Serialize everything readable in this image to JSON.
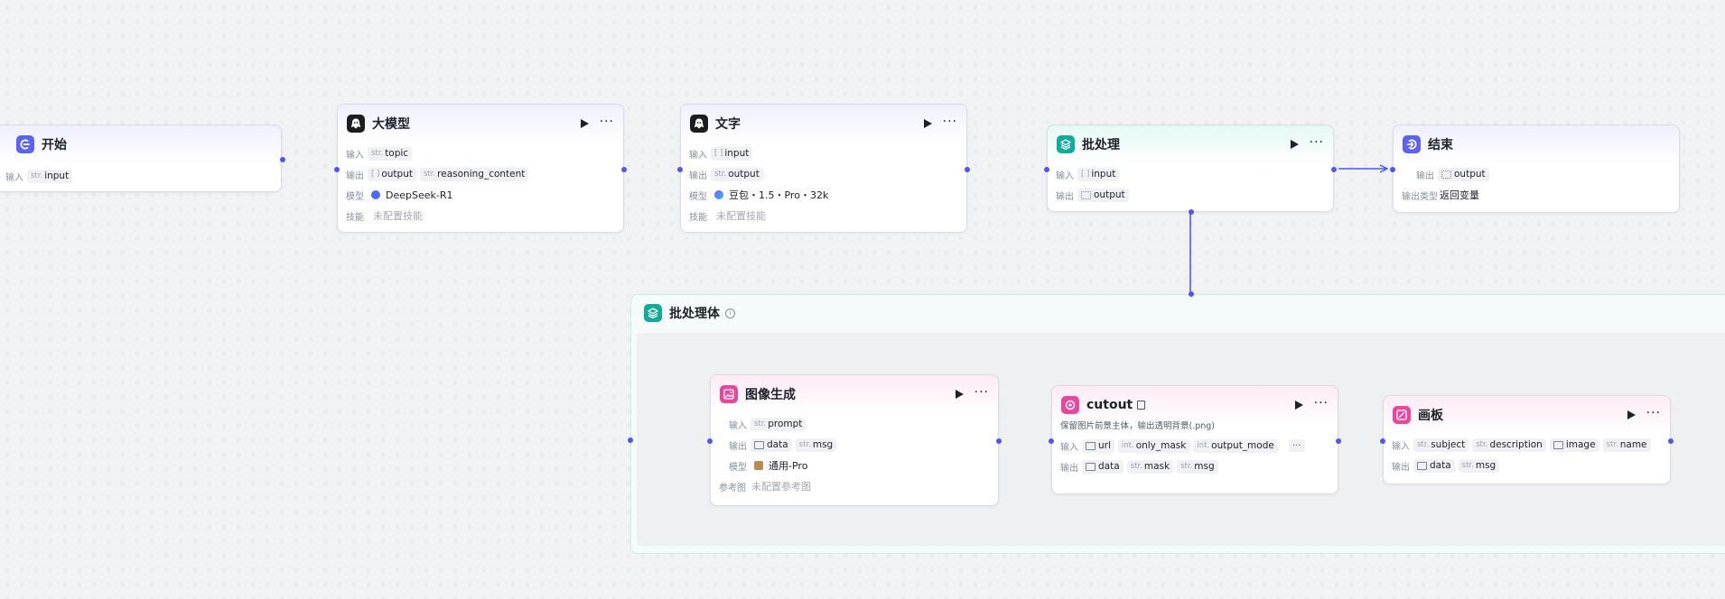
{
  "colors": {
    "accent": "#4f57e8",
    "canvas": "#f1f2f4"
  },
  "start": {
    "title": "开始",
    "icon": "start-icon",
    "input_label": "输入",
    "input_type": "str.",
    "input_name": "input"
  },
  "llm": {
    "title": "大模型",
    "icon": "llm-icon",
    "input_label": "输入",
    "input_type": "str.",
    "input_name": "topic",
    "output_label": "输出",
    "output_type1": "[ ]",
    "output_name1": "output",
    "output_type2": "str.",
    "output_name2": "reasoning_content",
    "model_label": "模型",
    "model_value": "DeepSeek-R1",
    "skill_label": "技能",
    "skill_value": "未配置技能"
  },
  "text": {
    "title": "文字",
    "icon": "llm-icon",
    "input_label": "输入",
    "input_type": "[ ]",
    "input_name": "input",
    "output_label": "输出",
    "output_type": "str.",
    "output_name": "output",
    "model_label": "模型",
    "model_value": "豆包・1.5・Pro・32k",
    "skill_label": "技能",
    "skill_value": "未配置技能"
  },
  "batch": {
    "title": "批处理",
    "icon": "layers-icon",
    "input_label": "输入",
    "input_type": "[ ]",
    "input_name": "input",
    "output_label": "输出",
    "output_name": "output"
  },
  "end": {
    "title": "结束",
    "icon": "end-icon",
    "output_label": "输出",
    "output_name": "output",
    "output_type_label": "输出类型",
    "output_type_value": "返回变量"
  },
  "batch_body": {
    "title": "批处理体",
    "icon": "layers-icon",
    "info": "i"
  },
  "imagegen": {
    "title": "图像生成",
    "icon": "image-gen-icon",
    "input_label": "输入",
    "input_type": "str.",
    "input_name": "prompt",
    "output_label": "输出",
    "output_name1": "data",
    "output_type2": "str.",
    "output_name2": "msg",
    "model_label": "模型",
    "model_value": "通用-Pro",
    "ref_label": "参考图",
    "ref_value": "未配置参考图"
  },
  "cutout": {
    "title": "cutout",
    "icon": "cutout-icon",
    "description": "保留图片前景主体，输出透明背景(.png)",
    "input_label": "输入",
    "input_name1": "url",
    "input_type2": "int.",
    "input_name2": "only_mask",
    "input_type3": "int.",
    "input_name3": "output_mode",
    "more": "···",
    "output_label": "输出",
    "output_name1": "data",
    "output_type2": "str.",
    "output_name2": "mask",
    "output_type3": "str.",
    "output_name3": "msg"
  },
  "canvas_node": {
    "title": "画板",
    "icon": "canvas-icon",
    "input_label": "输入",
    "input_type1": "str.",
    "input_name1": "subject",
    "input_type2": "str.",
    "input_name2": "description",
    "input_name3": "image",
    "input_type4": "str.",
    "input_name4": "name",
    "output_label": "输出",
    "output_name1": "data",
    "output_type2": "str.",
    "output_name2": "msg"
  }
}
